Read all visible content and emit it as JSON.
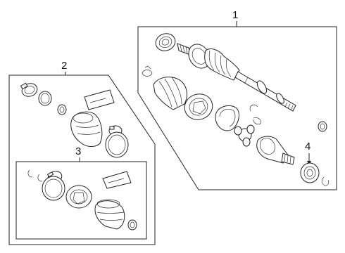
{
  "callouts": {
    "c1": "1",
    "c2": "2",
    "c3": "3",
    "c4": "4"
  },
  "colors": {
    "line": "#222222",
    "background": "#ffffff"
  },
  "icons": [
    "drive-shaft-assembly",
    "outer-boot-kit",
    "inner-boot-kit",
    "dust-seal"
  ]
}
